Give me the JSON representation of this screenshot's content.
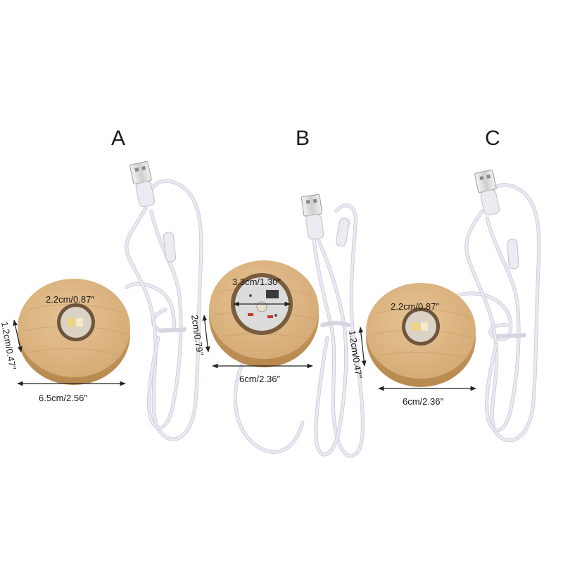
{
  "variants": [
    {
      "letter": "A",
      "inner_diameter": "2.2cm/0.87″",
      "height": "1.2cm/0.47″",
      "diameter": "6.5cm/2.56″"
    },
    {
      "letter": "B",
      "inner_diameter": "3.3cm/1.30″",
      "height": "2cm/0.79″",
      "diameter": "6cm/2.36″"
    },
    {
      "letter": "C",
      "inner_diameter": "2.2cm/0.87″",
      "height": "1.2cm/0.47″",
      "diameter": "6cm/2.36″"
    }
  ],
  "colors": {
    "background": "#ffffff",
    "wood": "#dcb483",
    "wood_dark": "#c99a62",
    "cable": "#ece8f2",
    "cable_shadow": "#c9c3d3",
    "text": "#1a1a1a"
  },
  "icons": [
    "usb-plug-icon",
    "inline-switch-icon",
    "led-chip-icon",
    "circuit-board-icon"
  ]
}
